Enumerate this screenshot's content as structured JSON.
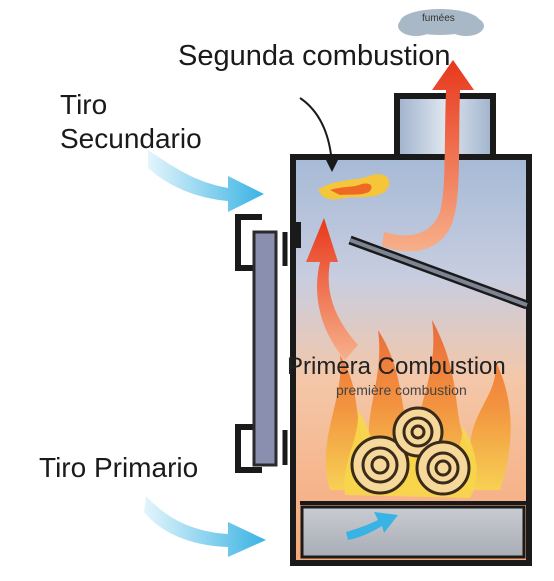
{
  "labels": {
    "segunda": "Segunda combustion",
    "tiro_secundario_1": "Tiro",
    "tiro_secundario_2": "Secundario",
    "tiro_primario": "Tiro Primario",
    "primera": "Primera Combustion",
    "premiere": "première combustion",
    "fumees": "fumées"
  },
  "colors": {
    "stove_outline": "#1a1a1a",
    "chamber_top": "#9fb6d6",
    "chamber_fire": "#f6b48a",
    "flame_red": "#e8371c",
    "flame_orange": "#f07b2a",
    "flame_yellow": "#f6d23a",
    "air_blue": "#5cc0e6",
    "door_glass": "#8a8fb0",
    "smoke_cloud": "#a9b8c6"
  }
}
